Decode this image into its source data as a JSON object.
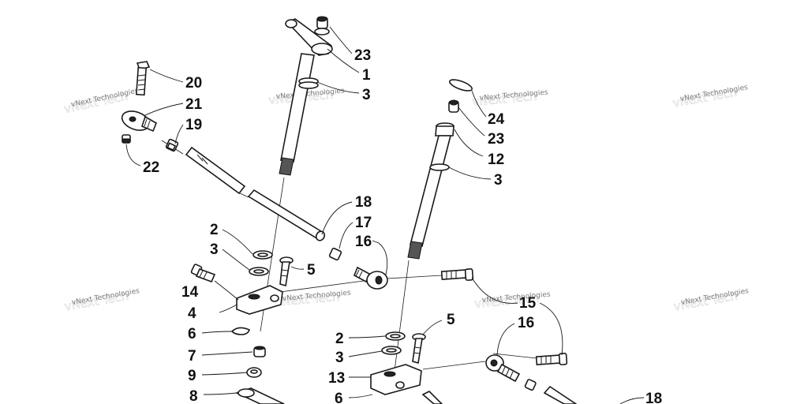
{
  "watermarks": [
    "vNext Technologies",
    "vNext Technologies",
    "vNext Technologies",
    "vNext Technologies",
    "vNext Technologies",
    "vNext Technologies",
    "vNext Technologies",
    "vNext Technologies"
  ],
  "callouts": [
    "23",
    "1",
    "3",
    "20",
    "21",
    "19",
    "22",
    "24",
    "23",
    "12",
    "3",
    "18",
    "17",
    "16",
    "2",
    "3",
    "5",
    "14",
    "4",
    "6",
    "7",
    "9",
    "8",
    "15",
    "16",
    "5",
    "2",
    "3",
    "13",
    "6",
    "18"
  ]
}
